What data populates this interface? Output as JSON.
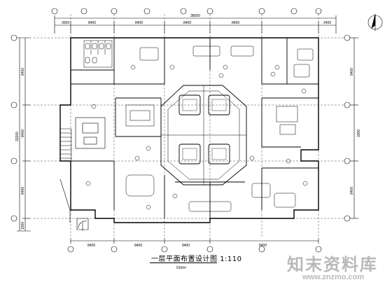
{
  "drawing": {
    "title": "一层平面布置设计图",
    "scale": "1:110",
    "area": "910m²"
  },
  "dimensions": {
    "top_segments": [
      "3000",
      "8400",
      "8400",
      "8400",
      "8400",
      "2400"
    ],
    "top_total": "38000",
    "bottom_segments": [
      "8400",
      "8400",
      "8400",
      "8400"
    ],
    "left_segments": [
      "8400",
      "8400",
      "8400",
      "1500"
    ],
    "left_total": "33200",
    "right_segments": [
      "8400",
      "3300",
      "8400"
    ]
  },
  "watermark": {
    "text": "知末资料库",
    "url": "www.znzmo.com"
  },
  "north_arrow": "north-arrow",
  "colors": {
    "line": "#000000",
    "watermark": "#b9b9b9",
    "background": "#ffffff"
  }
}
